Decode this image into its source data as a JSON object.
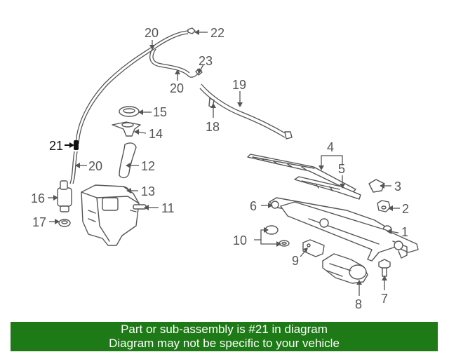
{
  "callouts": {
    "c1": "1",
    "c2": "2",
    "c3": "3",
    "c4": "4",
    "c5": "5",
    "c6": "6",
    "c7": "7",
    "c8": "8",
    "c9": "9",
    "c10": "10",
    "c11": "11",
    "c12": "12",
    "c13": "13",
    "c14": "14",
    "c15": "15",
    "c16": "16",
    "c17": "17",
    "c18": "18",
    "c19": "19",
    "c20a": "20",
    "c20b": "20",
    "c20c": "20",
    "c21": "21",
    "c22": "22",
    "c23": "23"
  },
  "highlight_callout": "21",
  "banner": {
    "line1": "Part or sub-assembly is #21 in diagram",
    "line2": "Diagram may not be specific to your vehicle",
    "color": "#1e7a16"
  },
  "colors": {
    "linework": "#555555",
    "highlight": "#111111",
    "background": "#ffffff"
  }
}
